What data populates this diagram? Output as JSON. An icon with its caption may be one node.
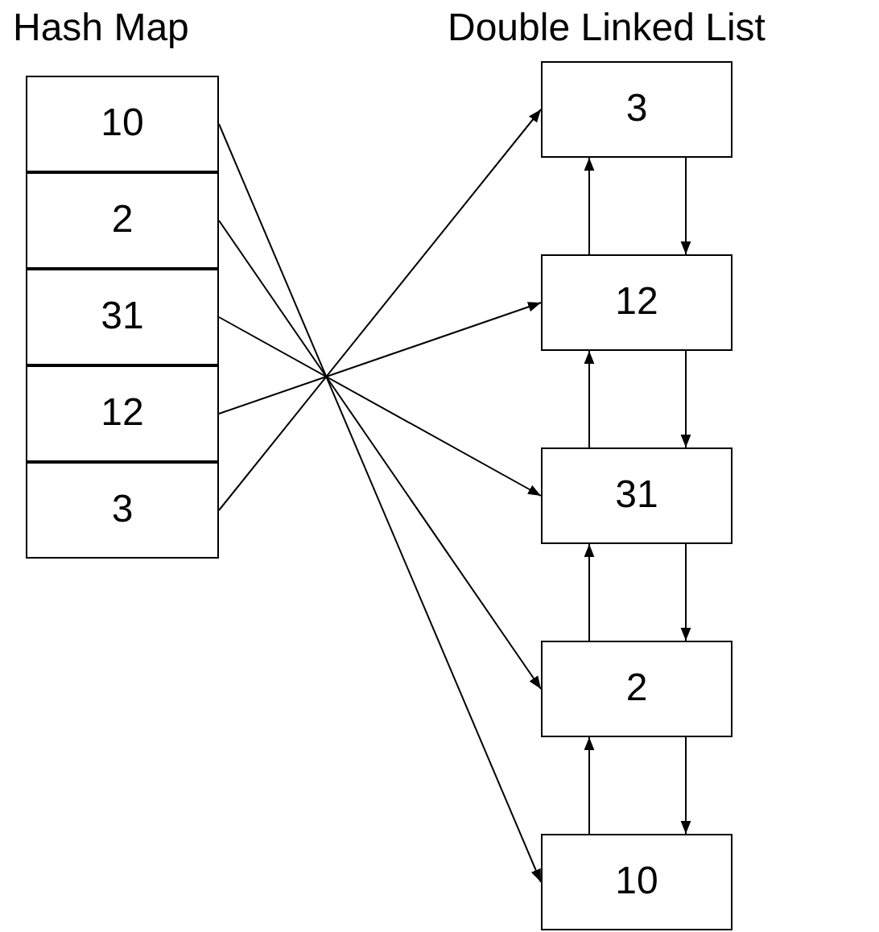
{
  "diagram": {
    "nodes": [
      {
        "text": [
          "10"
        ]
      },
      {
        "text": [
          "2"
        ]
      },
      {
        "text": [
          "31"
        ]
      },
      {
        "text": [
          "12"
        ]
      },
      {
        "text": [
          "3"
        ]
      },
      {
        "text": [
          "3"
        ]
      },
      {
        "text": [
          "12"
        ]
      },
      {
        "text": [
          "31"
        ]
      },
      {
        "text": [
          "2"
        ]
      },
      {
        "text": [
          "10"
        ]
      }
    ],
    "edges": [
      {
        "from": 0,
        "to": 9,
        "arrow": "to"
      },
      {
        "from": 1,
        "to": 8,
        "arrow": "to"
      },
      {
        "from": 2,
        "to": 7,
        "arrow": "to"
      },
      {
        "from": 3,
        "to": 6,
        "arrow": "to"
      },
      {
        "from": 4,
        "to": 5,
        "arrow": "to"
      },
      {
        "from": 6,
        "to": 5,
        "arrow": "to"
      },
      {
        "from": 5,
        "to": 6,
        "arrow": "to"
      },
      {
        "from": 7,
        "to": 6,
        "arrow": "to"
      },
      {
        "from": 6,
        "to": 7,
        "arrow": "to"
      },
      {
        "from": 8,
        "to": 7,
        "arrow": "to"
      },
      {
        "from": 7,
        "to": 8,
        "arrow": "to"
      },
      {
        "from": 9,
        "to": 8,
        "arrow": "to"
      },
      {
        "from": 8,
        "to": 9,
        "arrow": "to"
      }
    ],
    "labels": [
      "Hash Map",
      "Double Linked List"
    ]
  }
}
